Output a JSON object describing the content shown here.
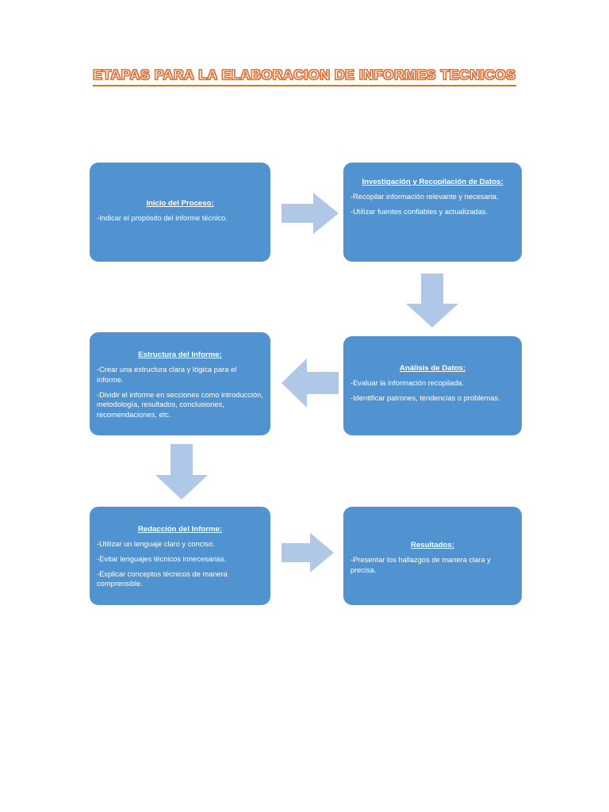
{
  "document": {
    "title": "ETAPAS PARA LA ELABORACION DE INFORMES TECNICOS",
    "background_color": "#ffffff",
    "title_outline_color": "#E2733A",
    "node_color": "#5093D0",
    "arrow_color": "#B0C8E8"
  },
  "nodes": [
    {
      "id": "inicio",
      "title": "Inicio  del Proceso:",
      "lines": [
        "-Indicar el propósito del informe técnico."
      ]
    },
    {
      "id": "investigacion",
      "title": " Investigación  y Recopilación  de Datos:",
      "lines": [
        "-Recopilar información relevante y necesaria.",
        "-Utilizar fuentes confiables y actualizadas."
      ]
    },
    {
      "id": "estructura",
      "title": "Estructura  del Informe:",
      "lines": [
        "-Crear una estructura clara y lógica para el informe.",
        "-Dividir el informe en secciones como introducción, metodología, resultados, conclusiones, recomendaciones, etc."
      ]
    },
    {
      "id": "analisis",
      "title": "Análisis  de Datos:",
      "lines": [
        "-Evaluar la información recopilada.",
        "-Identificar patrones, tendencias o problemas."
      ]
    },
    {
      "id": "redaccion",
      "title": "Redacción  del Informe:",
      "lines": [
        "-Utilizar un lenguaje claro y conciso.",
        "-Evitar lenguajes técnicos innecesarias.",
        "-Explicar conceptos técnicos de manera comprensible."
      ]
    },
    {
      "id": "resultados",
      "title": "Resultados:",
      "lines": [
        "-Presentar los hallazgos de manera clara y precisa."
      ]
    }
  ],
  "arrows": [
    {
      "id": "arrow-1",
      "direction": "right",
      "from": "inicio",
      "to": "investigacion"
    },
    {
      "id": "arrow-2",
      "direction": "down",
      "from": "investigacion",
      "to": "analisis"
    },
    {
      "id": "arrow-3",
      "direction": "left",
      "from": "analisis",
      "to": "estructura"
    },
    {
      "id": "arrow-4",
      "direction": "down",
      "from": "estructura",
      "to": "redaccion"
    },
    {
      "id": "arrow-5",
      "direction": "right",
      "from": "redaccion",
      "to": "resultados"
    }
  ]
}
